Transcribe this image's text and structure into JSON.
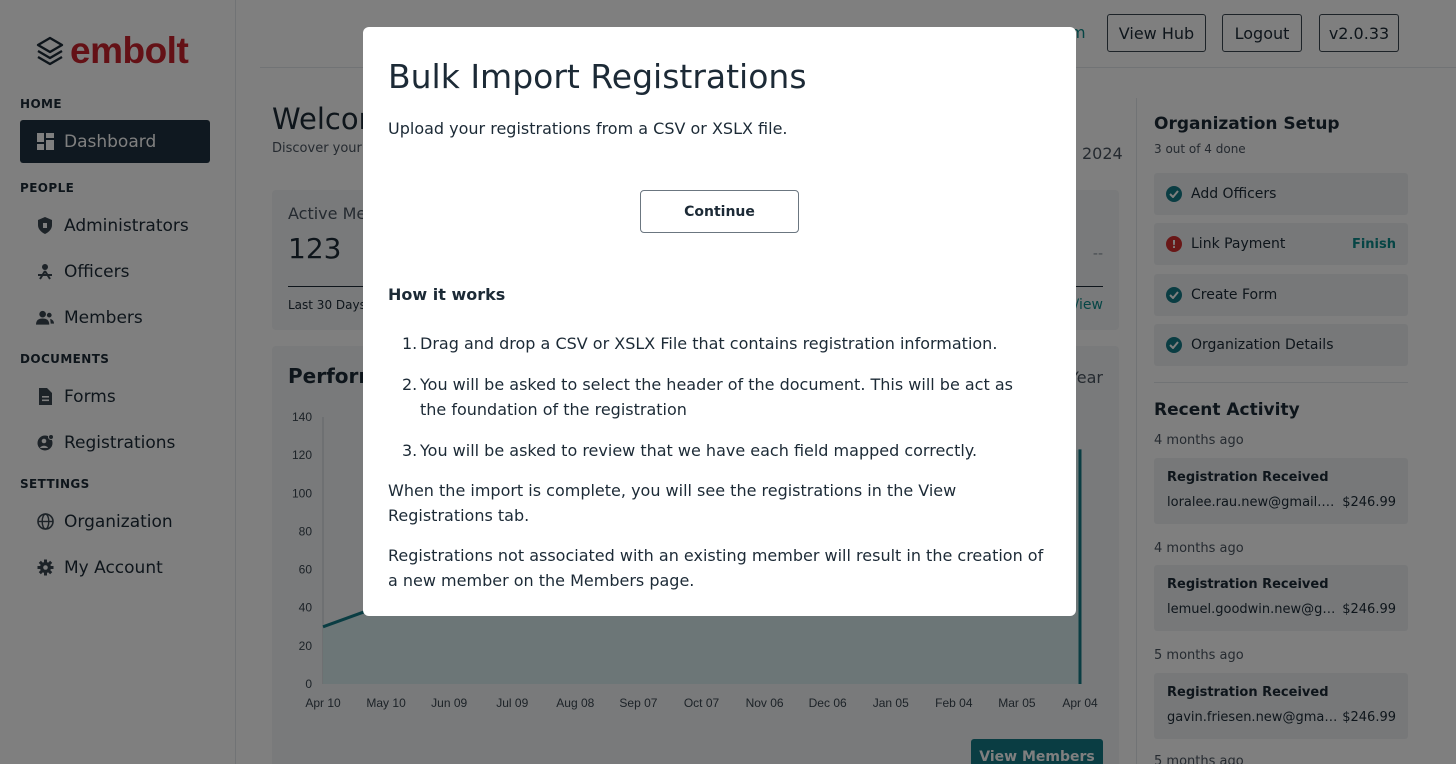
{
  "sidebar": {
    "logo_text": "embolt",
    "sections": {
      "home": "HOME",
      "people": "PEOPLE",
      "documents": "DOCUMENTS",
      "settings": "SETTINGS"
    },
    "items": {
      "dashboard": "Dashboard",
      "administrators": "Administrators",
      "officers": "Officers",
      "members": "Members",
      "forms": "Forms",
      "registrations": "Registrations",
      "organization": "Organization",
      "my_account": "My Account"
    }
  },
  "header": {
    "partial_link": "m",
    "view_hub": "View Hub",
    "logout": "Logout",
    "version": "v2.0.33"
  },
  "main": {
    "welcome_partial": "Welcom",
    "subtitle_partial": "Discover your c",
    "date_partial": "2024",
    "active_card": {
      "label_partial": "Active Me",
      "value": "123",
      "period": "Last 30 Days",
      "dash": "--",
      "view_partial": "/iew"
    },
    "performance": {
      "title_partial": "Perforn",
      "year_partial": "Year",
      "view_members": "View Members"
    }
  },
  "chart_data": {
    "type": "area",
    "x": [
      "Apr 10",
      "May 10",
      "Jun 09",
      "Jul 09",
      "Aug 08",
      "Sep 07",
      "Oct 07",
      "Nov 06",
      "Dec 06",
      "Jan 05",
      "Feb 04",
      "Mar 05",
      "Apr 04"
    ],
    "series": [
      {
        "values": [
          30,
          42,
          null,
          null,
          null,
          null,
          null,
          null,
          null,
          null,
          null,
          null,
          123
        ]
      }
    ],
    "yticks": [
      0,
      20,
      40,
      60,
      80,
      100,
      120,
      140
    ],
    "ylim": [
      0,
      140
    ],
    "colors": {
      "line": "#157a86",
      "fill": "#d6ecee"
    }
  },
  "org_setup": {
    "title": "Organization Setup",
    "progress": "3 out of 4 done",
    "items": [
      {
        "label": "Add Officers",
        "status": "done"
      },
      {
        "label": "Link Payment",
        "status": "warning",
        "action": "Finish"
      },
      {
        "label": "Create Form",
        "status": "done"
      },
      {
        "label": "Organization Details",
        "status": "done"
      }
    ]
  },
  "recent_activity": {
    "title": "Recent Activity",
    "entries": [
      {
        "when": "4 months ago",
        "heading": "Registration Received",
        "email": "loralee.rau.new@gmail.com",
        "amount": "$246.99"
      },
      {
        "when": "4 months ago",
        "heading": "Registration Received",
        "email": "lemuel.goodwin.new@gmail.com",
        "amount": "$246.99"
      },
      {
        "when": "5 months ago",
        "heading": "Registration Received",
        "email": "gavin.friesen.new@gmail.com",
        "amount": "$246.99"
      },
      {
        "when": "5 months ago"
      }
    ]
  },
  "modal": {
    "title": "Bulk Import Registrations",
    "subtitle": "Upload your registrations from a CSV or XSLX file.",
    "continue": "Continue",
    "how_title": "How it works",
    "steps": [
      {
        "num": "1.",
        "text": "Drag and drop a CSV or XSLX File that contains registration information."
      },
      {
        "num": "2.",
        "text": "You will be asked to select the header of the document. This will be act as the foundation of the registration"
      },
      {
        "num": "3.",
        "text": "You will be asked to review that we have each field mapped correctly."
      }
    ],
    "para1": "When the import is complete, you will see the registrations in the View Registrations tab.",
    "para2": "Registrations not associated with an existing member will result in the creation of a new member on the Members page."
  }
}
